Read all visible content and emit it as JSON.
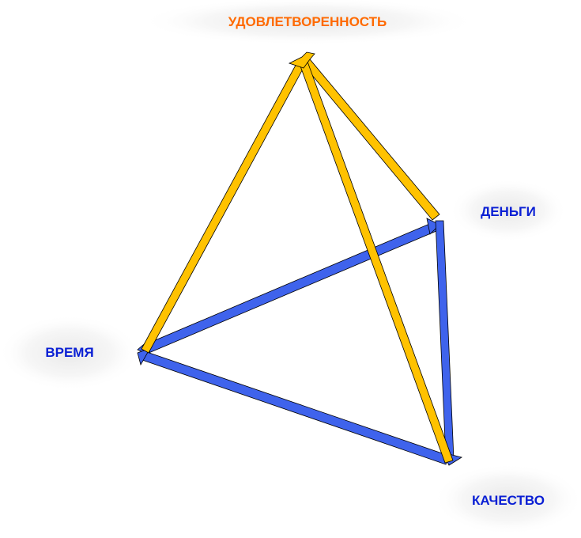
{
  "labels": {
    "top": "УДОВЛЕТВОРЕННОСТЬ",
    "right": "ДЕНЬГИ",
    "left": "ВРЕМЯ",
    "bottom": "КАЧЕСТВО"
  },
  "colors": {
    "top_label": "#ff6a00",
    "corner_label": "#0a1fd4",
    "satisfaction_edges": "#ffc200",
    "base_edges": "#3f63ec",
    "outline": "#000000",
    "label_halo": "#eeeeee"
  }
}
